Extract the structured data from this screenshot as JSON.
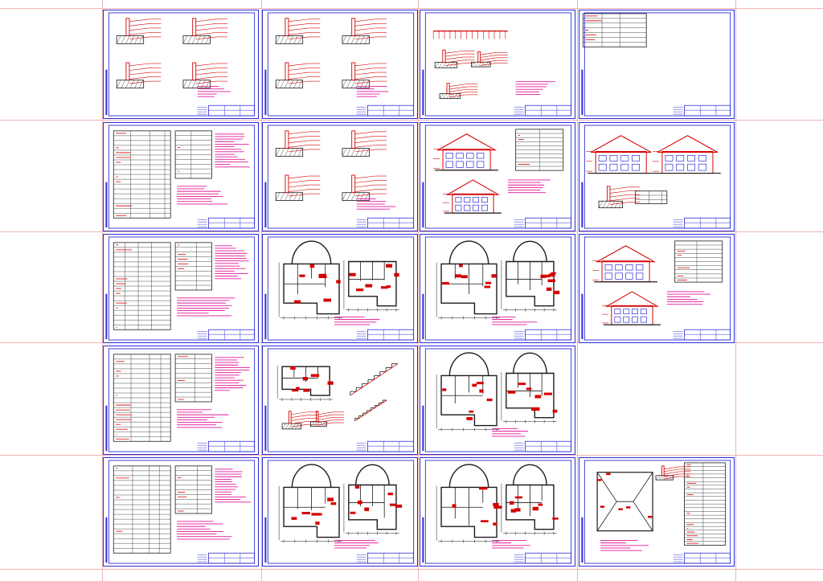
{
  "colors": {
    "background": "#ffffff",
    "frame": "#2b2bd6",
    "drawing": "#d40000",
    "accent": "#e0199a",
    "ink": "#1a1a1a",
    "guide": "#f2b3b3"
  },
  "sheets": [
    {
      "id": "r1c1",
      "type": "details"
    },
    {
      "id": "r1c2",
      "type": "details"
    },
    {
      "id": "r1c3",
      "type": "elevation-details"
    },
    {
      "id": "r1c4",
      "type": "notes"
    },
    {
      "id": "r2c1",
      "type": "table"
    },
    {
      "id": "r2c2",
      "type": "details"
    },
    {
      "id": "r2c3",
      "type": "elevation"
    },
    {
      "id": "r2c4",
      "type": "section"
    },
    {
      "id": "r3c1",
      "type": "table"
    },
    {
      "id": "r3c2",
      "type": "plan"
    },
    {
      "id": "r3c3",
      "type": "plan"
    },
    {
      "id": "r3c4",
      "type": "elevation"
    },
    {
      "id": "r4c1",
      "type": "table"
    },
    {
      "id": "r4c2",
      "type": "stairs"
    },
    {
      "id": "r4c3",
      "type": "plan"
    },
    {
      "id": "r5c1",
      "type": "table"
    },
    {
      "id": "r5c2",
      "type": "plan"
    },
    {
      "id": "r5c3",
      "type": "plan"
    },
    {
      "id": "r5c4",
      "type": "roof-plan"
    }
  ]
}
